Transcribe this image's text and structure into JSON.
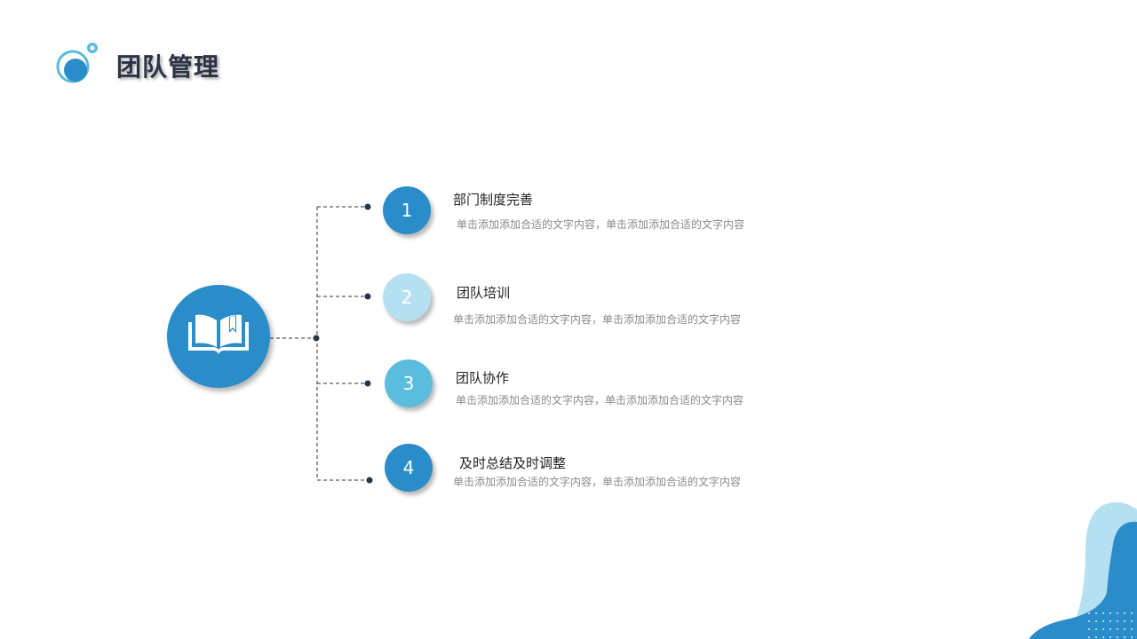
{
  "header": {
    "title": "团队管理",
    "logo_icon": "bubbles-icon"
  },
  "hub": {
    "icon": "open-book-icon",
    "color": "#2a8cc8"
  },
  "items": [
    {
      "number": "1",
      "title": "部门制度完善",
      "desc": "单击添加添加合适的文字内容，单击添加添加合适的文字内容",
      "color": "#2a8cc8"
    },
    {
      "number": "2",
      "title": "团队培训",
      "desc": "单击添加添加合适的文字内容，单击添加添加合适的文字内容",
      "color": "#b5e0ef"
    },
    {
      "number": "3",
      "title": "团队协作",
      "desc": "单击添加添加合适的文字内容，单击添加添加合适的文字内容",
      "color": "#5bbcdd"
    },
    {
      "number": "4",
      "title": "及时总结及时调整",
      "desc": "单击添加添加合适的文字内容，单击添加添加合适的文字内容",
      "color": "#2a8cc8"
    }
  ],
  "colors": {
    "primary": "#2a8cc8",
    "light": "#b5e0ef",
    "mid": "#5bbcdd",
    "connector": "#2b3446"
  }
}
